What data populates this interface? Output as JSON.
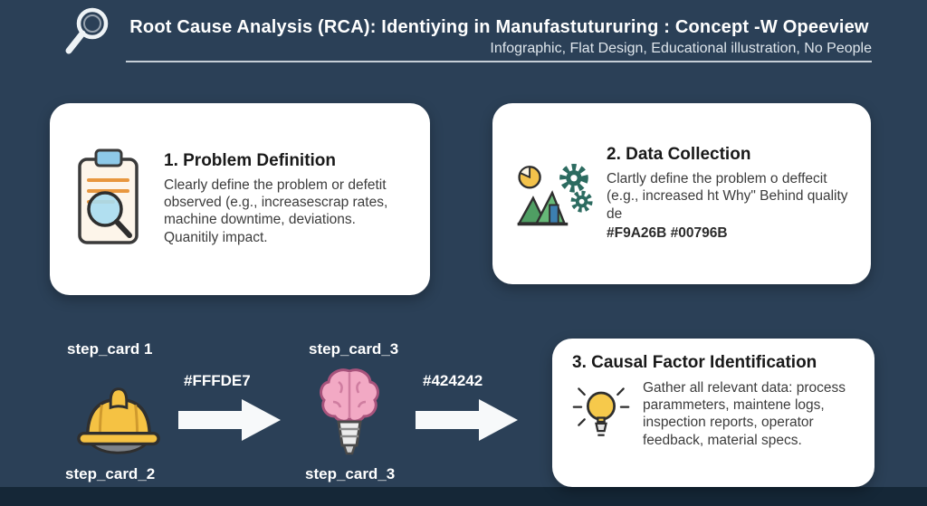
{
  "meta": {
    "background_color": "#2b4057",
    "footer_strip_color": "#152737",
    "card_color": "#ffffff"
  },
  "header": {
    "title": "Root Cause Analysis (RCA): Identiying in Manufastutururing : Concept -W Opeeview",
    "subtitle": "Infographic, Flat Design, Educational illustration, No People"
  },
  "cards": {
    "problem_definition": {
      "heading": "1. Problem Definition",
      "body": "Clearly define the problem or defetit observed (e.g., increasescrap rates, machine downtime, deviations. Quanitily impact."
    },
    "data_collection": {
      "heading": "2. Data Collection",
      "body": "Clartly define the problem o deffecit (e.g., increased ht Why\" Behind quality de",
      "hex_codes": "#F9A26B #00796B"
    },
    "causal_factor": {
      "heading": "3. Causal Factor Identification",
      "body": "Gather all relevant data: process parammeters, maintene logs, inspection reports, operator feedback, material specs."
    }
  },
  "flow": {
    "step1_top": "step_card 1",
    "step1_bottom": "step_card_2",
    "arrow1_label": "#FFFDE7",
    "step2_top": "step_card_3",
    "step2_bottom": "step_card_3",
    "arrow2_label": "#424242"
  },
  "icons": {
    "header": "magnifier-icon",
    "card1": "clipboard-magnifier-icon",
    "card2": "chart-gears-icon",
    "card3": "lightbulb-icon",
    "step1": "hard-hat-icon",
    "step2": "brain-bulb-icon"
  }
}
